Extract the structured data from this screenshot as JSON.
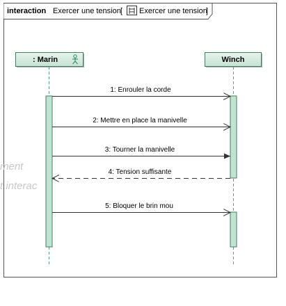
{
  "frame": {
    "keyword": "interaction",
    "name": "Exercer une tension",
    "open_bracket": "[",
    "ref_name": "Exercer une tension",
    "close_bracket": "]"
  },
  "lifelines": [
    {
      "id": "marin",
      "label": ": Marin",
      "icon": "actor-icon"
    },
    {
      "id": "winch",
      "label": "Winch"
    }
  ],
  "messages": [
    {
      "label": "1: Enrouler la corde",
      "kind": "async"
    },
    {
      "label": "2: Mettre en place la manivelle",
      "kind": "async"
    },
    {
      "label": "3: Tourner la manivelle",
      "kind": "sync"
    },
    {
      "label": "4: Tension suffisante",
      "kind": "return"
    },
    {
      "label": "5: Bloquer le brin mou",
      "kind": "async"
    }
  ],
  "watermark": {
    "line1": "ment",
    "line2": "t interac"
  },
  "colors": {
    "header_fill": "#d6ece0",
    "activation_fill": "#c0e4d2",
    "border": "#4a7a64",
    "lifeline_dash": "#5f9f88"
  }
}
